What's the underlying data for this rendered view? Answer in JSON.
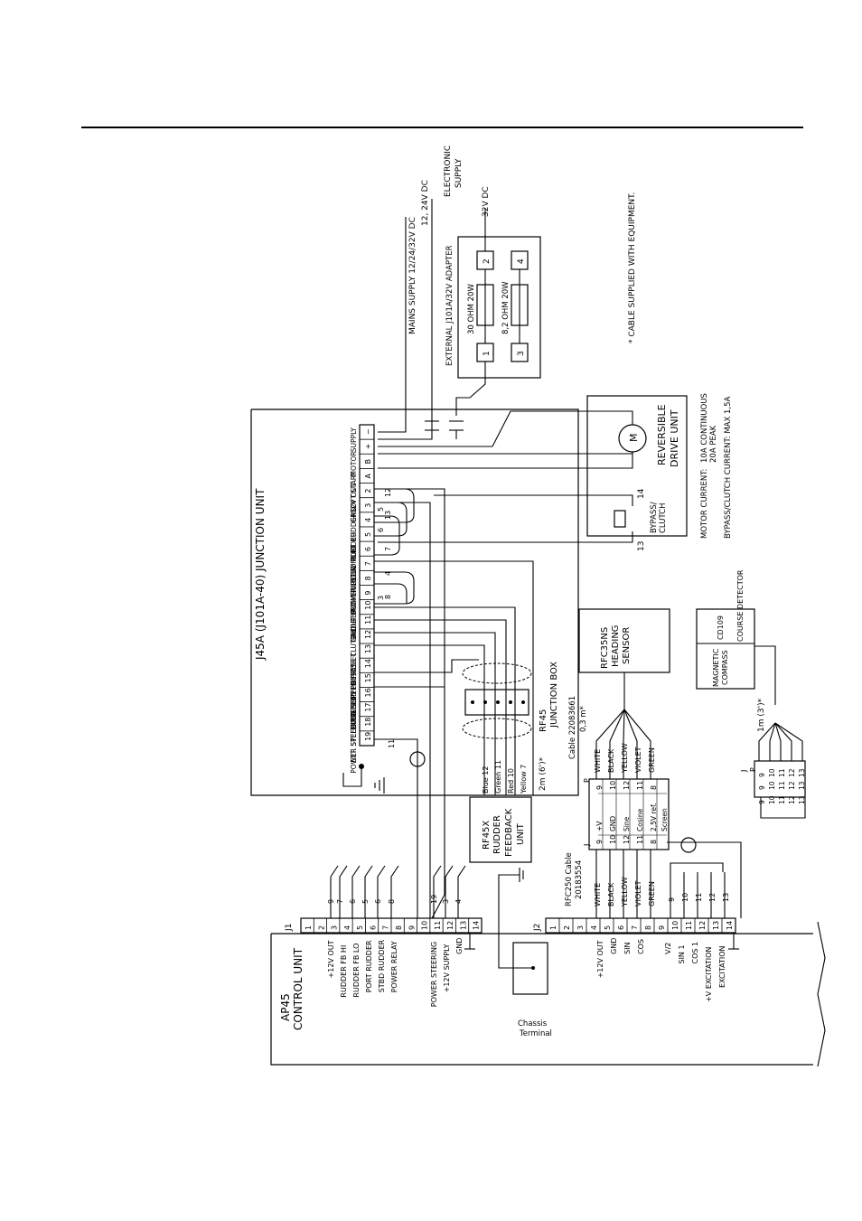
{
  "junction_unit": {
    "title": "J45A (J101A-40) JUNCTION UNIT",
    "terminals": [
      "−",
      "+",
      "B",
      "A",
      "2",
      "3",
      "4",
      "5",
      "6",
      "7",
      "8",
      "9",
      "10",
      "11",
      "12",
      "13",
      "14",
      "15",
      "16",
      "17",
      "18",
      "19"
    ],
    "labels": [
      "SUPPLY",
      "MOTOR",
      "SOFT START",
      "+12V OUT",
      "GND",
      "PORT RUDDER",
      "STBD RUDDER",
      "RUDDER FB HI",
      "POWER RELAY",
      "+ OUT FROM PILOT",
      "+ OUT",
      "RUDDER",
      "GND",
      "BYPASS CLUTCH",
      "INT. SPEED PRESET",
      "EXT. SPEED PRESET",
      "ELEC. SUPPLY",
      "EXT. SPEED PRESET",
      "POWER STEERING"
    ],
    "bridge_numbers": [
      "12",
      "5",
      "13",
      "6",
      "7",
      "4",
      "8",
      "3",
      "11"
    ]
  },
  "mains": {
    "label": "MAINS SUPPLY 12/24/32V DC"
  },
  "supply_12_24": {
    "label": "12, 24V DC"
  },
  "electronic_supply": {
    "line1": "ELECTRONIC",
    "line2": "SUPPLY",
    "v32": "32V DC"
  },
  "adapter": {
    "title": "EXTERNAL J101A/32V ADAPTER",
    "r1": "30 OHM 20W",
    "r2": "8,2 OHM 20W",
    "t1": "1",
    "t2": "2",
    "t3": "3",
    "t4": "4"
  },
  "note": {
    "text": "*   CABLE SUPPLIED WITH EQUIPMENT."
  },
  "drive": {
    "title1": "REVERSIBLE",
    "title2": "DRIVE UNIT",
    "motor": "M",
    "bypass1": "BYPASS/",
    "bypass2": "CLUTCH",
    "t14": "14",
    "t13": "13",
    "current1": "MOTOR CURRENT:",
    "current2": "10A CONTINUOUS",
    "current3": "20A PEAK",
    "bypass_current": "BYPASS/CLUTCH CURRENT: MAX 1,5A"
  },
  "heading_sensor": {
    "l1": "RFC35NS",
    "l2": "HEADING",
    "l3": "SENSOR",
    "cable": "Cable 22083661",
    "len": "0,3 m*"
  },
  "compass": {
    "l1": "MAGNETIC",
    "l2": "COMPASS",
    "l3": "CD109",
    "l4": "COURSE DETECTOR",
    "len": "1m (3')*"
  },
  "rf45": {
    "l1": "RF45",
    "l2": "JUNCTION BOX"
  },
  "rf45x": {
    "l1": "RF45X",
    "l2": "RUDDER",
    "l3": "FEEDBACK",
    "l4": "UNIT",
    "wires": [
      "Blue 12",
      "Green 11",
      "Red 10",
      "Yellow 7"
    ],
    "len": "2m (6')*"
  },
  "jp_box": {
    "J": "J",
    "P": "P",
    "j": [
      "9",
      "10",
      "12",
      "11",
      "8"
    ],
    "p": [
      "9",
      "10",
      "12",
      "11",
      "8"
    ],
    "names": [
      "+V",
      "GND",
      "Sine",
      "Cosine",
      "2,5V ref."
    ],
    "screen": "Screen",
    "colors": [
      "WHITE",
      "BLACK",
      "YELLOW",
      "VIOLET",
      "GREEN"
    ]
  },
  "rfc250": {
    "l1": "RFC250 Cable",
    "l2": "20183554",
    "colors": [
      "WHITE",
      "BLACK",
      "YELLOW",
      "VIOLET",
      "GREEN"
    ]
  },
  "jp_small": {
    "J": "J",
    "P": "P",
    "rows": [
      [
        "9",
        "9"
      ],
      [
        "10",
        "10"
      ],
      [
        "11",
        "11"
      ],
      [
        "12",
        "12"
      ],
      [
        "13",
        "13"
      ]
    ],
    "left": [
      "9",
      "10",
      "11",
      "12",
      "13"
    ],
    "right": [
      "9",
      "10",
      "11",
      "12",
      "13"
    ]
  },
  "control_unit": {
    "l1": "AP45",
    "l2": "CONTROL UNIT"
  },
  "j1": {
    "name": "J1",
    "terminals": [
      "1",
      "2",
      "3",
      "4",
      "5",
      "6",
      "7",
      "8",
      "9",
      "10",
      "11",
      "12",
      "13",
      "14"
    ],
    "labels": [
      "+12V OUT",
      "RUDDER FB HI",
      "RUDDER FB LO",
      "PORT RUDDER",
      "STBD RUDDER",
      "POWER RELAY",
      "POWER STEERING",
      "+12V SUPPLY",
      "GND"
    ],
    "wire_nums": [
      "9",
      "7",
      "6",
      "5",
      "6",
      "8",
      "19",
      "3",
      "4"
    ]
  },
  "j2": {
    "name": "J2",
    "terminals": [
      "1",
      "2",
      "3",
      "4",
      "5",
      "6",
      "7",
      "8",
      "9",
      "10",
      "11",
      "12",
      "13",
      "14"
    ],
    "labels": [
      "+12V OUT",
      "GND",
      "SIN",
      "COS",
      "V/2",
      "SIN 1",
      "COS 1",
      "+V EXCITATION",
      "EXCITATION"
    ],
    "wire_nums": [
      "9",
      "10",
      "11",
      "12",
      "13"
    ]
  },
  "chassis": {
    "l1": "Chassis",
    "l2": "Terminal"
  }
}
